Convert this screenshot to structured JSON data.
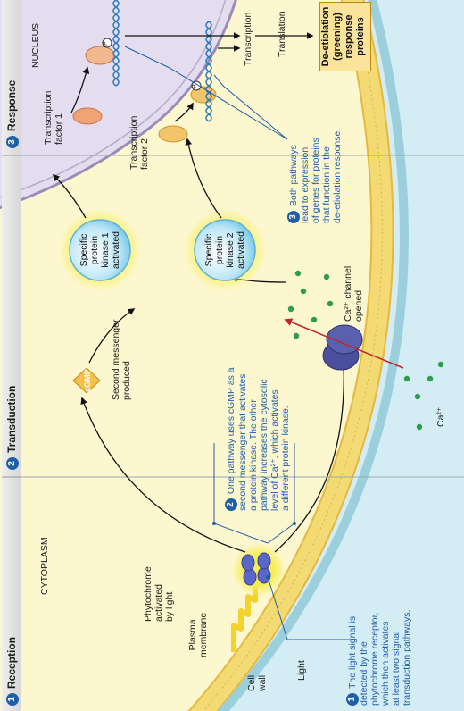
{
  "headers": {
    "reception": {
      "num": "1",
      "label": "Reception"
    },
    "transduction": {
      "num": "2",
      "label": "Transduction"
    },
    "response": {
      "num": "3",
      "label": "Response"
    }
  },
  "labels": {
    "cytoplasm": "CYTOPLASM",
    "nucleus": "NUCLEUS",
    "plasma_membrane_1": "Plasma",
    "plasma_membrane_2": "membrane",
    "cell_wall_1": "Cell",
    "cell_wall_2": "wall",
    "light": "Light",
    "phytochrome_1": "Phytochrome",
    "phytochrome_2": "activated",
    "phytochrome_3": "by light",
    "cgmp": "cGMP",
    "second_messenger_1": "Second messenger",
    "second_messenger_2": "produced",
    "kinase1": [
      "Specific",
      "protein",
      "kinase 1",
      "activated"
    ],
    "kinase2": [
      "Specific",
      "protein",
      "kinase 2",
      "activated"
    ],
    "ca_channel_1": "Ca²⁺ channel",
    "ca_channel_2": "opened",
    "ca_ion": "Ca²⁺",
    "tf1_1": "Transcription",
    "tf1_2": "factor 1",
    "tf2_1": "Transcription",
    "tf2_2": "factor 2",
    "p": "P",
    "transcription": "Transcription",
    "translation": "Translation",
    "response_box": [
      "De-etiolation",
      "(greening)",
      "response",
      "proteins"
    ]
  },
  "notes": {
    "note1": {
      "num": "1",
      "lines": [
        "The light signal is",
        "detected by the",
        "phytochrome receptor,",
        "which then activates",
        "at least two signal",
        "transduction pathways."
      ]
    },
    "note2": {
      "num": "2",
      "lines": [
        "One pathway uses cGMP as a",
        "second messenger that activates",
        "a protein kinase. The other",
        "pathway increases the cytosolic",
        "level of Ca²⁺, which activates",
        "a different protein kinase."
      ]
    },
    "note3": {
      "num": "3",
      "lines": [
        "Both pathways",
        "lead to expression",
        "of genes for proteins",
        "that function in the",
        "de-etiolation response."
      ]
    }
  },
  "colors": {
    "accent_blue": "#1f5fa8",
    "membrane_yellow": "#f2d46a",
    "cytoplasm": "#fdf7cf",
    "nucleus": "#e4dcef",
    "exterior": "#d4edf4",
    "kinase_glow": "#f6ee55",
    "box_fill": "#fbe49a"
  }
}
